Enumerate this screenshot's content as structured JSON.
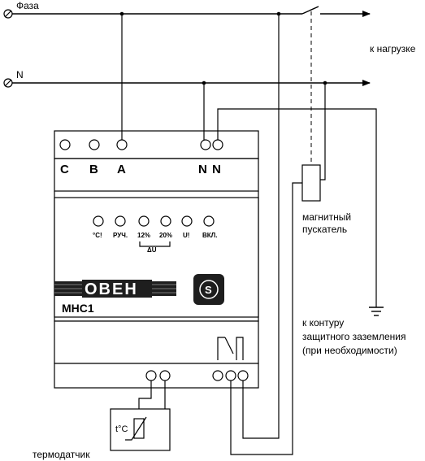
{
  "lines": {
    "phase_label": "Фаза",
    "neutral_label": "N",
    "load_label": "к нагрузке"
  },
  "device": {
    "terminals_top": [
      "C",
      "B",
      "A",
      "N",
      "N"
    ],
    "leds": [
      {
        "label": "°C!"
      },
      {
        "label": "РУЧ."
      },
      {
        "label": "12%"
      },
      {
        "label": "20%"
      },
      {
        "label": "U!"
      },
      {
        "label": "ВКЛ."
      }
    ],
    "delta_u_label": "ΔU",
    "brand": "ОВЕН",
    "brand_badge": "S",
    "model": "МНС1"
  },
  "starter": {
    "label_line1": "магнитный",
    "label_line2": "пускатель"
  },
  "ground": {
    "label_line1": "к контуру",
    "label_line2": "защитного заземления",
    "label_line3": "(при необходимости)"
  },
  "sensor": {
    "symbol": "t°C",
    "label": "термодатчик"
  }
}
